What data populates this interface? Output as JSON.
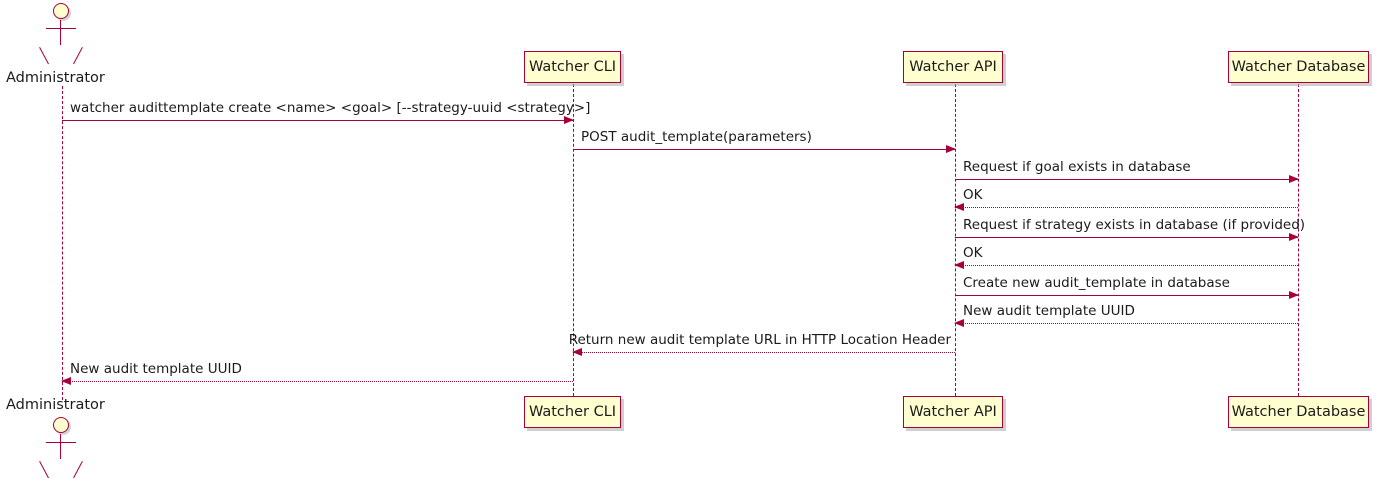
{
  "diagram": {
    "type": "sequence-diagram",
    "colors": {
      "border": "#A80036",
      "fill": "#FEFECE",
      "text": "#1B1B1B",
      "background": "#FFFFFF"
    },
    "actor": {
      "name": "Administrator",
      "icon": "actor-stick-figure"
    },
    "participants": [
      {
        "id": "cli",
        "label": "Watcher CLI"
      },
      {
        "id": "api",
        "label": "Watcher API"
      },
      {
        "id": "db",
        "label": "Watcher Database"
      }
    ],
    "messages": [
      {
        "id": "m1",
        "from": "Administrator",
        "to": "Watcher CLI",
        "label": "watcher audittemplate create <name> <goal> [--strategy-uuid <strategy>]",
        "style": "solid",
        "direction": "right"
      },
      {
        "id": "m2",
        "from": "Watcher CLI",
        "to": "Watcher API",
        "label": "POST audit_template(parameters)",
        "style": "solid",
        "direction": "right"
      },
      {
        "id": "m3",
        "from": "Watcher API",
        "to": "Watcher Database",
        "label": "Request if goal exists in database",
        "style": "solid",
        "direction": "right"
      },
      {
        "id": "m4",
        "from": "Watcher Database",
        "to": "Watcher API",
        "label": "OK",
        "style": "dotted",
        "direction": "left"
      },
      {
        "id": "m5",
        "from": "Watcher API",
        "to": "Watcher Database",
        "label": "Request if strategy exists in database (if provided)",
        "style": "solid",
        "direction": "right"
      },
      {
        "id": "m6",
        "from": "Watcher Database",
        "to": "Watcher API",
        "label": "OK",
        "style": "dotted",
        "direction": "left"
      },
      {
        "id": "m7",
        "from": "Watcher API",
        "to": "Watcher Database",
        "label": "Create new audit_template in database",
        "style": "solid",
        "direction": "right"
      },
      {
        "id": "m8",
        "from": "Watcher Database",
        "to": "Watcher API",
        "label": "New audit template UUID",
        "style": "dotted",
        "direction": "left"
      },
      {
        "id": "m9",
        "from": "Watcher API",
        "to": "Watcher CLI",
        "label": "Return new audit template URL in HTTP Location Header",
        "style": "dotted",
        "direction": "left"
      },
      {
        "id": "m10",
        "from": "Watcher CLI",
        "to": "Administrator",
        "label": "New audit template UUID",
        "style": "dotted",
        "direction": "left"
      }
    ]
  }
}
